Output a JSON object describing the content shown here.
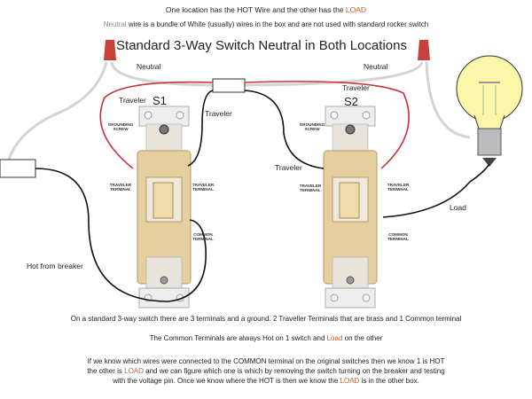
{
  "header": {
    "line1_prefix": "One location has the HOT Wire and the other has the ",
    "line1_load": "LOAD",
    "line2_neutral": "Neutral",
    "line2_rest": " wire is a bundle of White (usually) wires in the box and are not used with standard rocker switch",
    "title": "Standard 3-Way Switch Neutral in Both Locations"
  },
  "labels": {
    "neutral_left": "Neutral",
    "neutral_right": "Neutral",
    "traveler_s1_left": "Traveler",
    "traveler_s1_right": "Traveler",
    "traveler_s2_top": "Traveler",
    "traveler_s2_left": "Traveler",
    "s1": "S1",
    "s2": "S2",
    "grounding_1": "GROUNDING",
    "grounding_2": "SCREW",
    "traveler_term_1": "TRAVELER",
    "traveler_term_2": "TERMINAL",
    "common_term_1": "COMMON",
    "common_term_2": "TERMINAL",
    "load": "Load",
    "hot_from_breaker": "Hot from breaker"
  },
  "footer": {
    "line1": "On a standard 3-way switch there are 3 terminals and a ground. 2 Traveller Terminals that are brass and 1 Common terminal",
    "line2_prefix": "The Common Terminals are always Hot on 1 switch and ",
    "line2_load": "Load",
    "line2_suffix": " on the other",
    "para_line1": "If we know which wires were connected to the COMMON terminal on the original switches then we know 1 is HOT",
    "para_line2_prefix": "the other is ",
    "para_line2_load": "LOAD",
    "para_line2_suffix": " and we can figure which one is which by removing the switch turning on the breaker and testing",
    "para_line3_prefix": "with the voltage pin. Once we know where the HOT is then we know the ",
    "para_line3_load": "LOAD",
    "para_line3_suffix": " is in the other box."
  },
  "colors": {
    "traveler_red": "#c8323a",
    "wire_black": "#111111",
    "neutral_gray": "#d4d4d4",
    "load_accent": "#c0602a",
    "wire_nut": "#c8403a",
    "bulb": "#fbf6a8"
  }
}
